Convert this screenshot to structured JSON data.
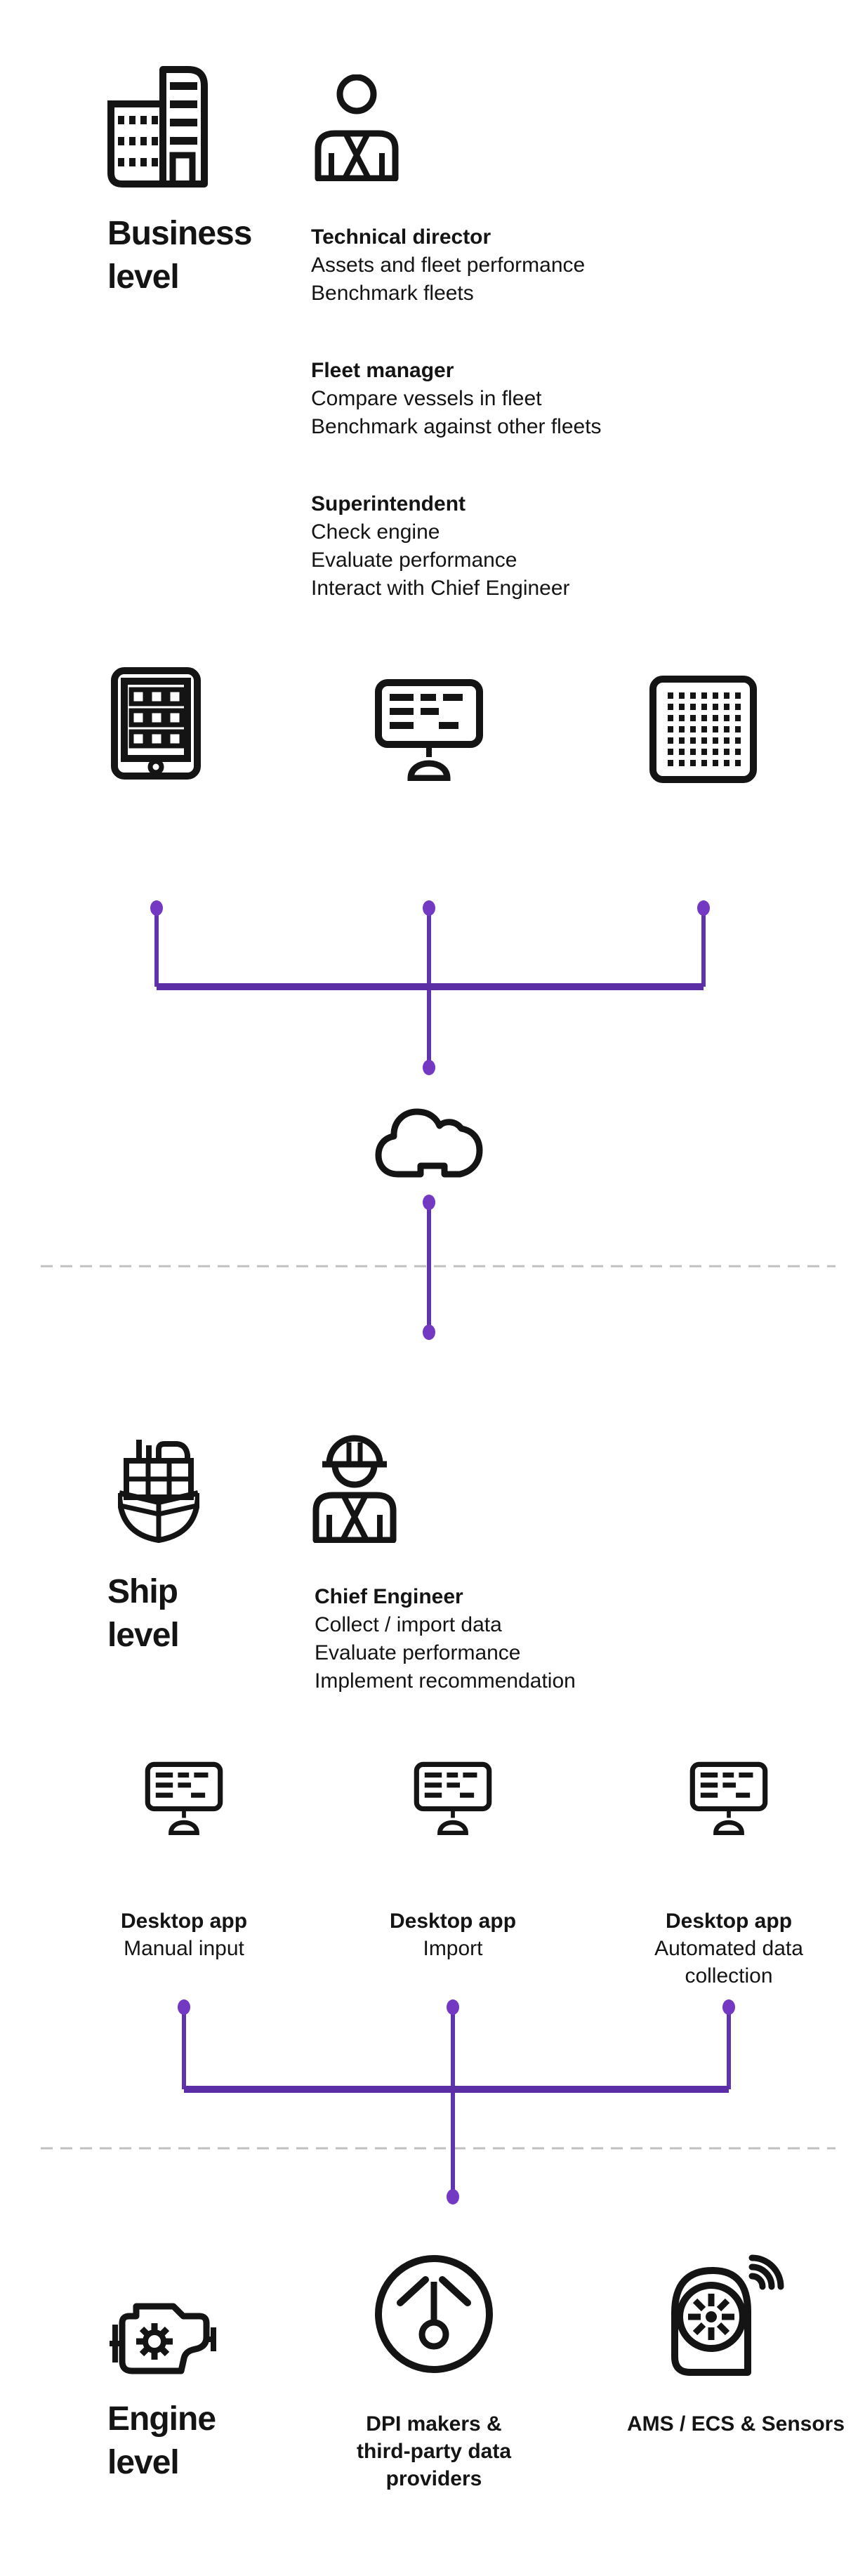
{
  "colors": {
    "ink": "#141414",
    "background": "#ffffff",
    "connector_line": "#5F34AE",
    "connector_bar": "#5B2EA6",
    "connector_dot": "#7439C2",
    "divider": "#C0C0C0"
  },
  "business": {
    "title_lines": [
      "Business",
      "level"
    ],
    "roles": [
      {
        "title": "Technical director",
        "lines": [
          "Assets and fleet performance",
          "Benchmark fleets"
        ]
      },
      {
        "title": "Fleet manager",
        "lines": [
          "Compare vessels in fleet",
          "Benchmark against other fleets"
        ]
      },
      {
        "title": "Superintendent",
        "lines": [
          "Check engine",
          "Evaluate performance",
          "Interact with Chief Engineer"
        ]
      }
    ]
  },
  "ship": {
    "title_lines": [
      "Ship",
      "level"
    ],
    "role": {
      "title": "Chief Engineer",
      "lines": [
        "Collect / import data",
        "Evaluate performance",
        "Implement recommendation"
      ]
    },
    "apps": [
      {
        "title": "Desktop app",
        "lines": [
          "Manual input"
        ]
      },
      {
        "title": "Desktop app",
        "lines": [
          "Import"
        ]
      },
      {
        "title": "Desktop app",
        "lines": [
          "Automated data",
          "collection"
        ]
      }
    ]
  },
  "engine": {
    "title_lines": [
      "Engine",
      "level"
    ],
    "sources": [
      {
        "lines": [
          "DPI makers &",
          "third-party data",
          "providers"
        ]
      },
      {
        "lines": [
          "AMS / ECS & Sensors"
        ]
      }
    ]
  },
  "icons": {
    "business": "building-icon",
    "business_person": "businessperson-icon",
    "shore_devices": [
      "tablet-icon",
      "desktop-monitor-icon",
      "data-grid-icon"
    ],
    "network": "cloud-icon",
    "ship": "ship-icon",
    "ship_person": "chief-engineer-icon",
    "ship_devices": [
      "desktop-monitor-icon",
      "desktop-monitor-icon",
      "desktop-monitor-icon"
    ],
    "engine": "engine-icon",
    "engine_sources": [
      "gauge-icon",
      "sensor-wifi-icon"
    ]
  }
}
